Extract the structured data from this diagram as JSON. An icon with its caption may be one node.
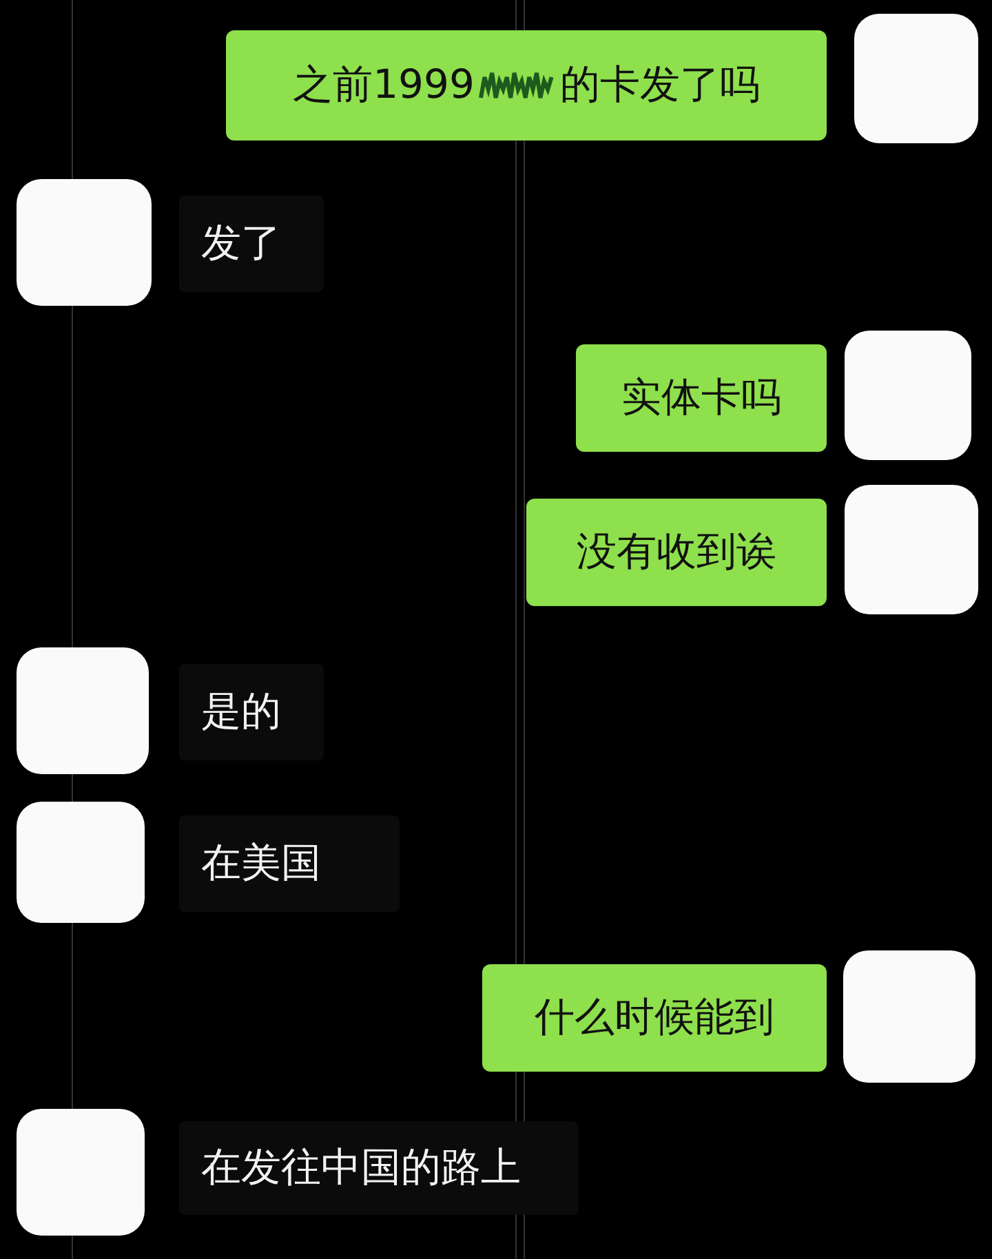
{
  "diagram": {
    "nodes": [
      {
        "text": [
          "之前1999",
          "的卡发了吗"
        ]
      },
      {
        "text": [],
        "shape": "box"
      },
      {
        "text": [],
        "shape": "box"
      },
      {
        "text": [
          "发了"
        ]
      },
      {
        "text": [
          "实体卡吗"
        ]
      },
      {
        "text": [],
        "shape": "box"
      },
      {
        "text": [
          "没有收到诶"
        ]
      },
      {
        "text": [],
        "shape": "box"
      },
      {
        "text": [],
        "shape": "box"
      },
      {
        "text": [
          "是的"
        ]
      },
      {
        "text": [],
        "shape": "box"
      },
      {
        "text": [
          "在美国"
        ]
      },
      {
        "text": [
          "什么时候能到"
        ]
      },
      {
        "text": [],
        "shape": "box"
      },
      {
        "text": [],
        "shape": "box"
      },
      {
        "text": [
          "在发往中国的路上"
        ]
      }
    ]
  }
}
